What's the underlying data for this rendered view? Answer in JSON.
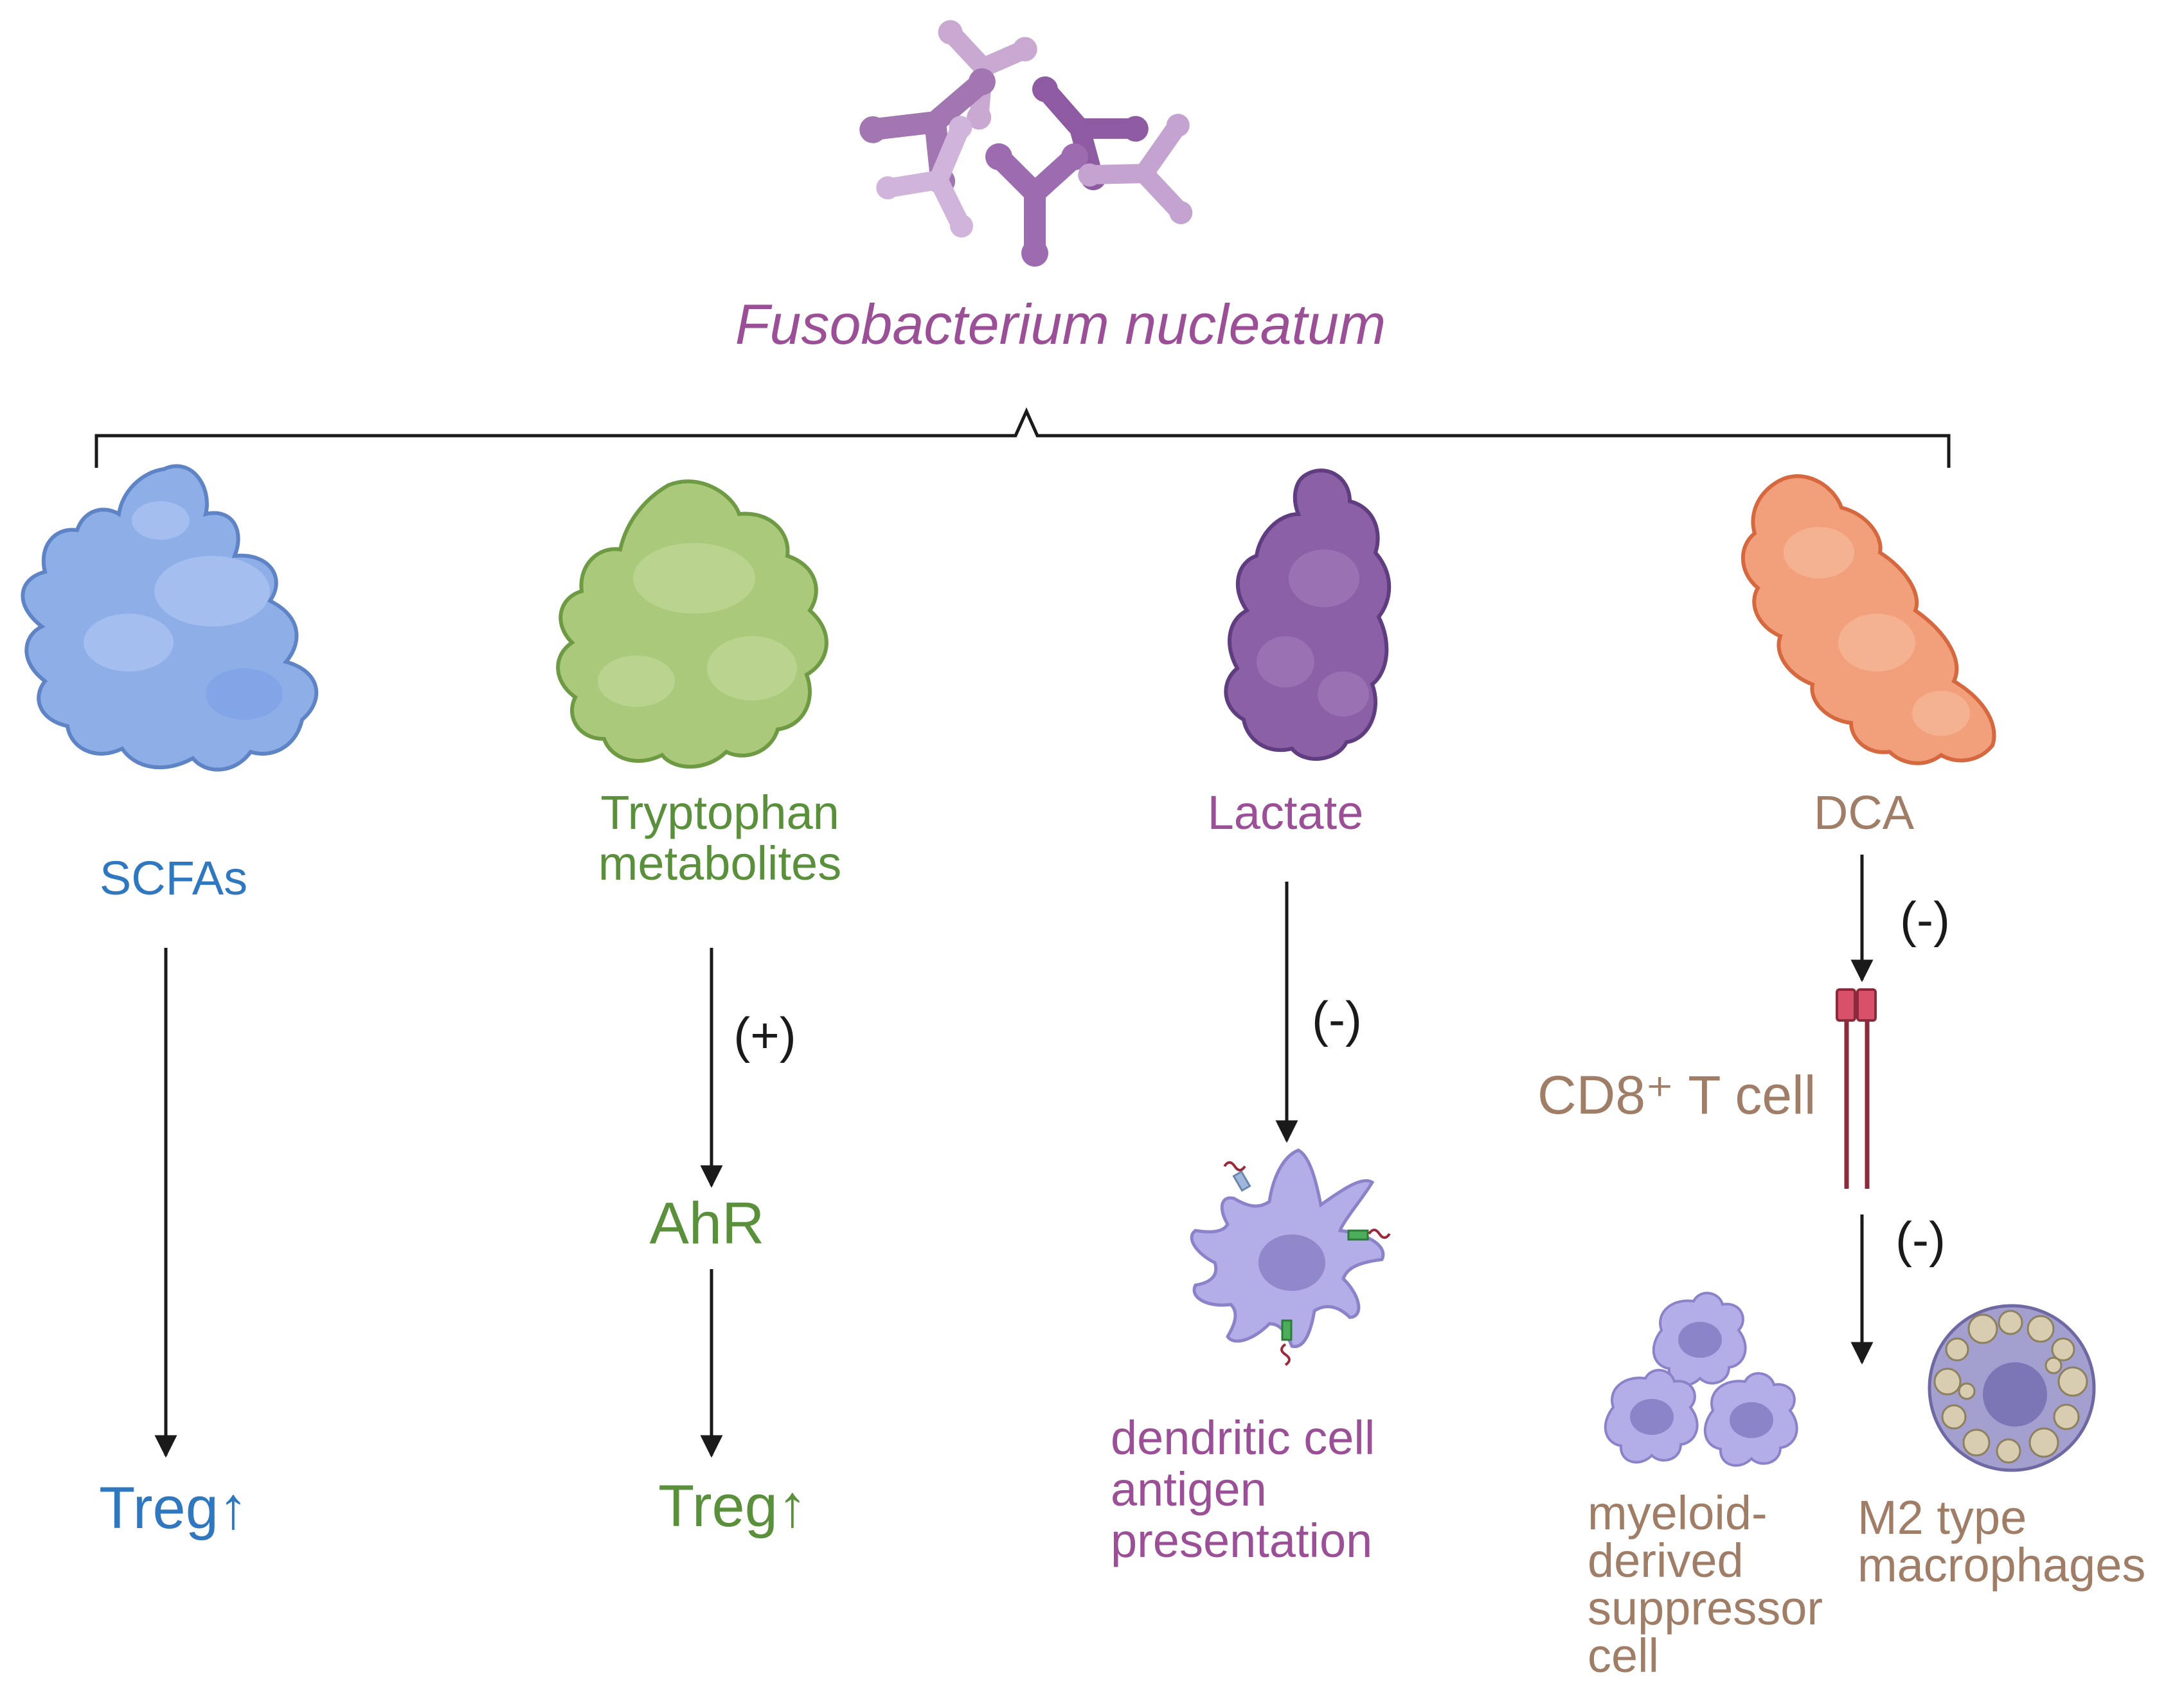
{
  "title": "Fusobacterium nucleatum",
  "colors": {
    "title": "#9b4f96",
    "scfa": "#2f78c0",
    "tryptophan": "#5a8f3c",
    "lactate": "#9b4f96",
    "dca": "#a07d66",
    "arrow": "#1a1a1a"
  },
  "branches": [
    {
      "metabolite": "SCFAs",
      "outcome": "Treg↑"
    },
    {
      "metabolite": "Tryptophan metabolites",
      "sign": "(+)",
      "intermediate": "AhR",
      "outcome": "Treg↑"
    },
    {
      "metabolite": "Lactate",
      "sign": "(-)",
      "outcome": "dendritic cell antigen presentation"
    },
    {
      "metabolite": "DCA",
      "sign_1": "(-)",
      "target": "CD8⁺ T cell",
      "sign_2": "(-)",
      "outcome_1": "myeloid-derived suppressor cell",
      "outcome_2": "M2 type macrophages"
    }
  ]
}
